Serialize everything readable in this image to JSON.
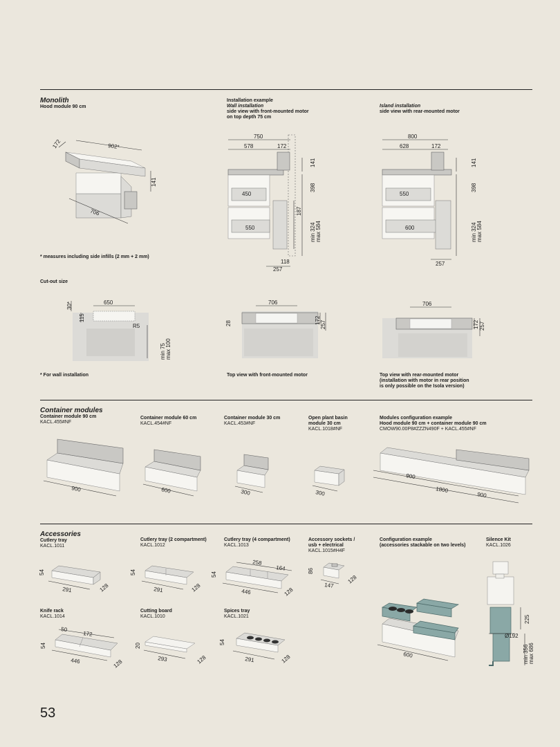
{
  "monolith": {
    "title": "Monolith",
    "subtitle": "Hood module 90 cm",
    "iso_dims": {
      "width": "902*",
      "depth": "172",
      "height": "141",
      "length": "706"
    },
    "note": "* measures including side infills (2 mm + 2 mm)",
    "cutout_label": "Cut-out size",
    "cutout_dims": {
      "w": "650",
      "d": "30*",
      "h": "115",
      "r": "R5",
      "min": "min 75",
      "max": "max 100"
    },
    "cutout_note": "* For wall installation",
    "wall": {
      "l1": "Installation example",
      "l2": "Wall installation",
      "l3": "side view with front-mounted motor",
      "l4": "on top depth 75 cm",
      "dims": {
        "total": "750",
        "a": "578",
        "b": "172",
        "h1": "141",
        "h2": "398",
        "h3": "187",
        "min": "min 324",
        "max": "max 584",
        "d1": "450",
        "d2": "550",
        "bottom1": "118",
        "bottom2": "257"
      }
    },
    "island": {
      "l1": "Island installation",
      "l2": "side view with rear-mounted motor",
      "dims": {
        "total": "800",
        "a": "628",
        "b": "172",
        "h1": "141",
        "h2": "398",
        "min": "min 324",
        "max": "max 584",
        "d1": "550",
        "d2": "600",
        "bottom": "257"
      }
    },
    "top_front": {
      "caption": "Top view with front-mounted motor",
      "w": "706",
      "d": "28",
      "a": "172",
      "b": "257"
    },
    "top_rear": {
      "caption1": "Top view with rear-mounted motor",
      "caption2": "(installation with motor in rear position",
      "caption3": "is only possible on the Isola version)",
      "w": "706",
      "a": "172",
      "b": "257"
    }
  },
  "containers": {
    "title": "Container modules",
    "items": [
      {
        "name": "Container module 90 cm",
        "code": "KACL.455#NF",
        "dim": "900"
      },
      {
        "name": "Container module 60 cm",
        "code": "KACL.454#NF",
        "dim": "600"
      },
      {
        "name": "Container module 30 cm",
        "code": "KACL.453#NF",
        "dim": "300"
      },
      {
        "name1": "Open plant basin",
        "name2": "module 30 cm",
        "code": "KACL.1018#NF",
        "dim": "300"
      }
    ],
    "config": {
      "name1": "Modules configuration example",
      "name2": "Hood module 90 cm + container module 90 cm",
      "code": "CMOW90.00P8#ZZZN490F + KACL.455#NF",
      "d1": "900",
      "d2": "1800",
      "d3": "900"
    }
  },
  "accessories": {
    "title": "Accessories",
    "items": [
      {
        "name": "Cutlery tray",
        "code": "KACL.1011",
        "h": "54",
        "w": "291",
        "d": "128"
      },
      {
        "name": "Cutlery tray (2 compartment)",
        "code": "KACL.1012",
        "h": "54",
        "w": "291",
        "d": "128"
      },
      {
        "name": "Cutlery tray (4 compartment)",
        "code": "KACL.1013",
        "h": "54",
        "w": "446",
        "d": "128",
        "a": "258",
        "b": "164"
      },
      {
        "name1": "Accessory sockets /",
        "name2": "usb + electrical",
        "code": "KACL.1015#H4F",
        "h": "86",
        "w": "147",
        "d": "128"
      },
      {
        "name": "Knife rack",
        "code": "KACL.1014",
        "h": "54",
        "w": "446",
        "d": "128",
        "a": "50",
        "b": "172"
      },
      {
        "name": "Cutting board",
        "code": "KACL.1010",
        "h": "20",
        "w": "293",
        "d": "128"
      },
      {
        "name": "Spices tray",
        "code": "KACL.1021",
        "h": "54",
        "w": "291",
        "d": "128"
      }
    ],
    "config": {
      "name1": "Configuration example",
      "name2": "(accessories stackable on two levels)",
      "dim": "600"
    },
    "silence": {
      "name": "Silence Kit",
      "code": "KACL.1026",
      "h": "225",
      "dia": "Ø192",
      "min": "min 356",
      "max": "max 686"
    }
  },
  "page_number": "53",
  "colors": {
    "background": "#ebe7dd",
    "teal": "#8aa8a6",
    "grey": "#c9c8c4"
  }
}
